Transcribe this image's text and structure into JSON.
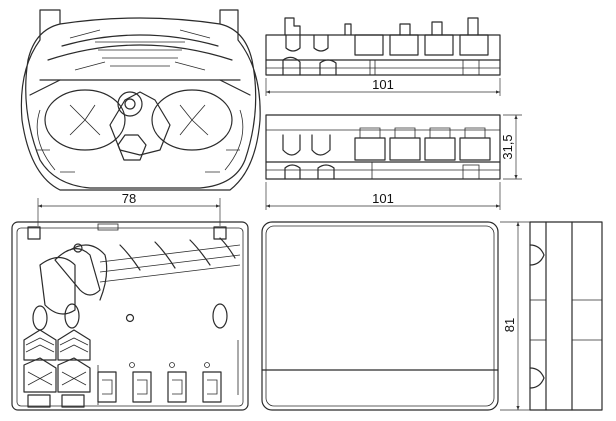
{
  "dimensions": {
    "top_view_width": "101",
    "side_view_width": "101",
    "side_view_height": "31,5",
    "inner_span": "78",
    "right_view_height": "81"
  }
}
